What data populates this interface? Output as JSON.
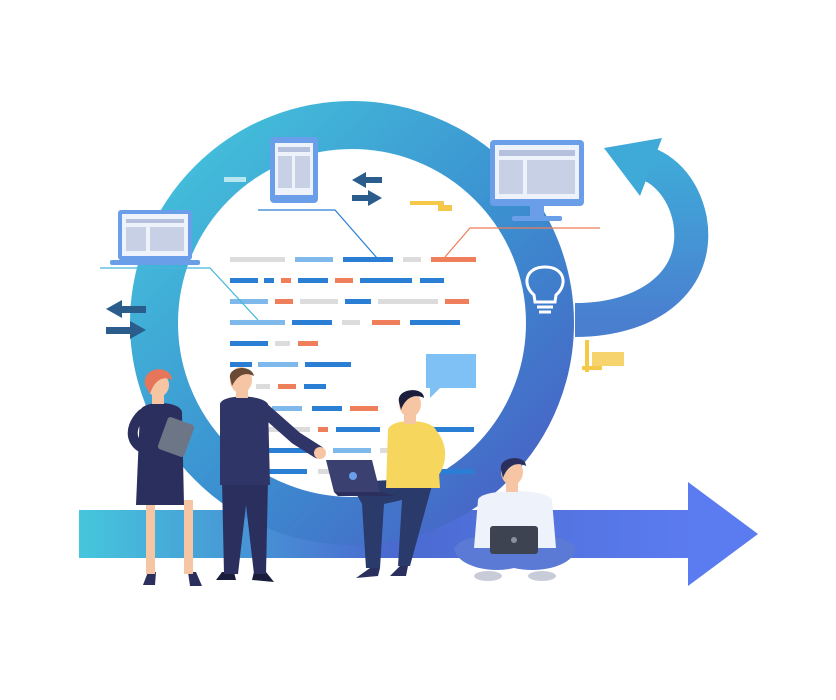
{
  "illustration": {
    "subject": "agile-team-workflow",
    "palette": {
      "cycle_light": "#3fc4dc",
      "cycle_dark": "#4a5cc4",
      "arrow_blue": "#5b7cf0",
      "code_blue": "#2a7fd4",
      "code_light_blue": "#7fb8ea",
      "code_orange": "#ef7f5a",
      "code_gray": "#dcdcdc",
      "accent_yellow": "#f5c84a",
      "navy": "#2a2f5e",
      "skin": "#f6c6a4"
    },
    "icons": [
      "laptop-icon",
      "tablet-icon",
      "monitor-icon",
      "lightbulb-icon",
      "swap-arrows-icon",
      "speech-bubble-icon"
    ],
    "people": [
      "woman-with-tablet",
      "man-pointing",
      "man-with-laptop-seated",
      "man-with-laptop-cross-legged"
    ]
  }
}
